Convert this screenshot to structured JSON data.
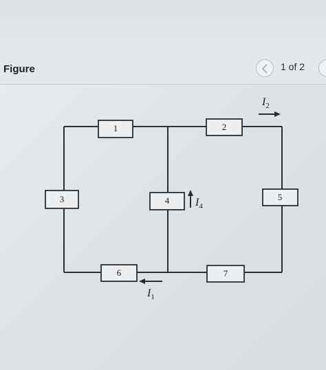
{
  "header": {
    "title": "Figure",
    "page_counter": "1 of 2",
    "prev_icon": "chevron-left-icon",
    "next_icon": "chevron-right-icon"
  },
  "circuit": {
    "elements": [
      "1",
      "2",
      "3",
      "4",
      "5",
      "6",
      "7"
    ],
    "currents": {
      "I2": {
        "symbol": "I",
        "subscript": "2",
        "direction": "right"
      },
      "I4": {
        "symbol": "I",
        "subscript": "4",
        "direction": "up"
      },
      "I1": {
        "symbol": "I",
        "subscript": "1",
        "direction": "left"
      }
    }
  }
}
